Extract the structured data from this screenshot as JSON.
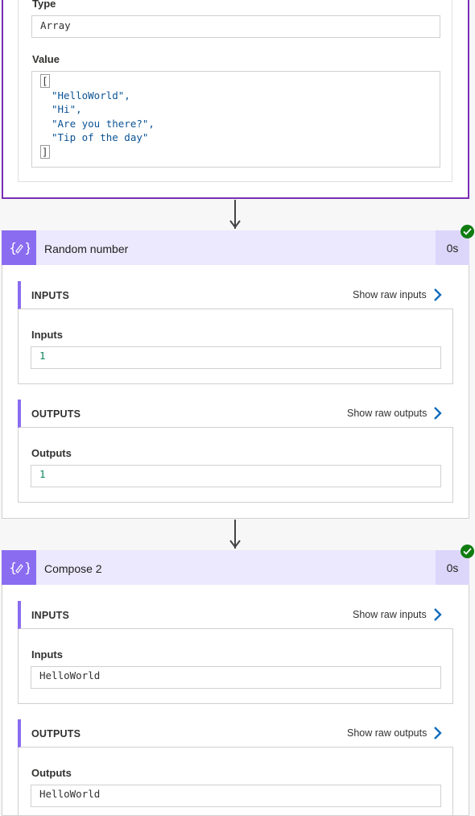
{
  "top": {
    "type_label": "Type",
    "type_value": "Array",
    "value_label": "Value",
    "value_open": "[",
    "value_lines": [
      "\"HelloWorld\",",
      "\"Hi\",",
      "\"Are you there?\",",
      "\"Tip of the day\""
    ],
    "value_close": "]"
  },
  "actions": [
    {
      "title": "Random number",
      "duration": "0s",
      "inputs": {
        "section": "INPUTS",
        "raw": "Show raw inputs",
        "label": "Inputs",
        "value": "1"
      },
      "outputs": {
        "section": "OUTPUTS",
        "raw": "Show raw outputs",
        "label": "Outputs",
        "value": "1"
      }
    },
    {
      "title": "Compose 2",
      "duration": "0s",
      "inputs": {
        "section": "INPUTS",
        "raw": "Show raw inputs",
        "label": "Inputs",
        "value": "HelloWorld"
      },
      "outputs": {
        "section": "OUTPUTS",
        "raw": "Show raw outputs",
        "label": "Outputs",
        "value": "HelloWorld"
      }
    }
  ],
  "icons": {
    "header": "compose-braces-icon",
    "status": "success-check-icon",
    "connector": "arrow-down-icon",
    "raw": "chevron-right-icon"
  },
  "colors": {
    "accent": "#8a6cf0",
    "selected": "#7a2fb5",
    "success": "#107c10",
    "link": "#0f6cbd"
  }
}
